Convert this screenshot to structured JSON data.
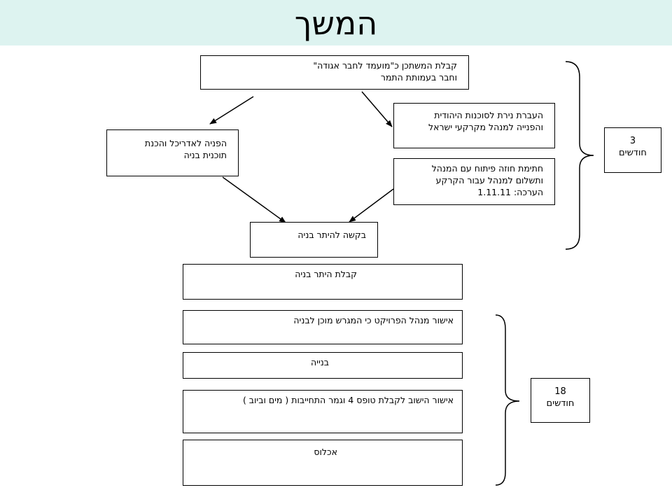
{
  "slide": {
    "title": "המשך",
    "background_color": "#ddf3f0"
  },
  "boxes": {
    "receive_entrepreneur": {
      "line1": "קבלת המשתכן כ\"מועמד לחבר אגודה\"",
      "line2": "וחבר בעמותת התמר"
    },
    "transfer_paper": {
      "line1": "העברת נירת לסוכנות היהודית",
      "line2": "והפנייה למנהל מקרקעי ישראל"
    },
    "architect_referral": {
      "line1": "הפניה לאדריכל והכנת",
      "line2": "תוכנית בניה"
    },
    "sign_contract": {
      "line1": "חתימת חוזה פיתוח עם המנהל",
      "line2": "ותשלום למנהל עבור הקרקע",
      "line3": "הערכה: 1.11.11"
    },
    "permit_request": {
      "line1": "בקשה להיתר בניה"
    },
    "permit_receipt": {
      "line1": "קבלת היתר בניה"
    },
    "pm_approval": {
      "line1": "אישור מנהל הפרויקט כי המגרש מוכן לבניה"
    },
    "construction": {
      "line1": "בנייה"
    },
    "settlement_approval": {
      "line1": "אישור הישוב לקבלת טופס 4 וגמר התחייבות ( מים וביוב )"
    },
    "occupancy": {
      "line1": "אכלוס"
    }
  },
  "durations": {
    "first": {
      "number": "3",
      "unit": "חודשים"
    },
    "second": {
      "number": "18",
      "unit": "חודשים"
    }
  }
}
